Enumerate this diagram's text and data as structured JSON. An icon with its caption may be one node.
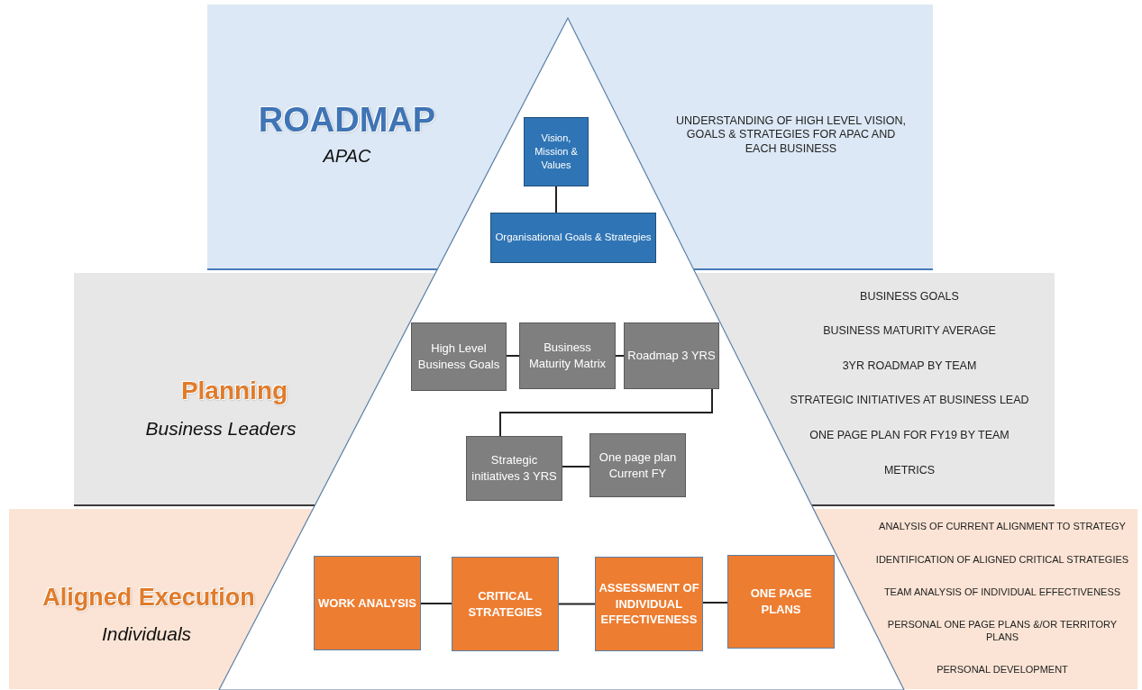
{
  "diagram": {
    "nodes": [
      {
        "text": [
          "ROADMAP",
          "APAC",
          "UNDERSTANDING OF HIGH LEVEL VISION, GOALS & STRATEGIES FOR APAC AND EACH BUSINESS"
        ]
      },
      {
        "text": [
          "Vision, Mission & Values"
        ],
        "in": 0
      },
      {
        "text": [
          "Organisational Goals & Strategies"
        ],
        "in": 0
      },
      {
        "text": [
          "Planning",
          "Business Leaders",
          "BUSINESS GOALS",
          "BUSINESS MATURITY AVERAGE",
          "3YR ROADMAP BY TEAM",
          "STRATEGIC INITIATIVES AT BUSINESS LEAD",
          "ONE PAGE PLAN FOR FY19 BY TEAM",
          "METRICS"
        ]
      },
      {
        "text": [
          "High Level Business Goals"
        ],
        "in": 3
      },
      {
        "text": [
          "Business Maturity Matrix"
        ],
        "in": 3
      },
      {
        "text": [
          "Roadmap 3 YRS"
        ],
        "in": 3
      },
      {
        "text": [
          "Strategic initiatives 3 YRS"
        ],
        "in": 3
      },
      {
        "text": [
          "One page plan Current FY"
        ],
        "in": 3
      },
      {
        "text": [
          "Aligned Execution",
          "Individuals",
          "ANALYSIS OF CURRENT ALIGNMENT TO STRATEGY",
          "IDENTIFICATION OF ALIGNED CRITICAL STRATEGIES",
          "TEAM ANALYSIS OF INDIVIDUAL EFFECTIVENESS",
          "PERSONAL ONE PAGE PLANS &/OR TERRITORY PLANS",
          "PERSONAL DEVELOPMENT"
        ]
      },
      {
        "text": [
          "WORK ANALYSIS"
        ],
        "in": 9
      },
      {
        "text": [
          "CRITICAL STRATEGIES"
        ],
        "in": 9
      },
      {
        "text": [
          "ASSESSMENT OF INDIVIDUAL EFFECTIVENESS"
        ],
        "in": 9
      },
      {
        "text": [
          "ONE PAGE PLANS"
        ],
        "in": 9
      }
    ],
    "edges": [
      {
        "from": 1,
        "to": 2,
        "arrow": "none"
      },
      {
        "from": 4,
        "to": 5,
        "arrow": "none"
      },
      {
        "from": 5,
        "to": 6,
        "arrow": "none"
      },
      {
        "from": 6,
        "to": 7,
        "arrow": "none"
      },
      {
        "from": 7,
        "to": 8,
        "arrow": "none"
      },
      {
        "from": 10,
        "to": 11,
        "arrow": "none"
      },
      {
        "from": 11,
        "to": 12,
        "arrow": "none"
      },
      {
        "from": 12,
        "to": 13,
        "arrow": "none"
      }
    ]
  }
}
